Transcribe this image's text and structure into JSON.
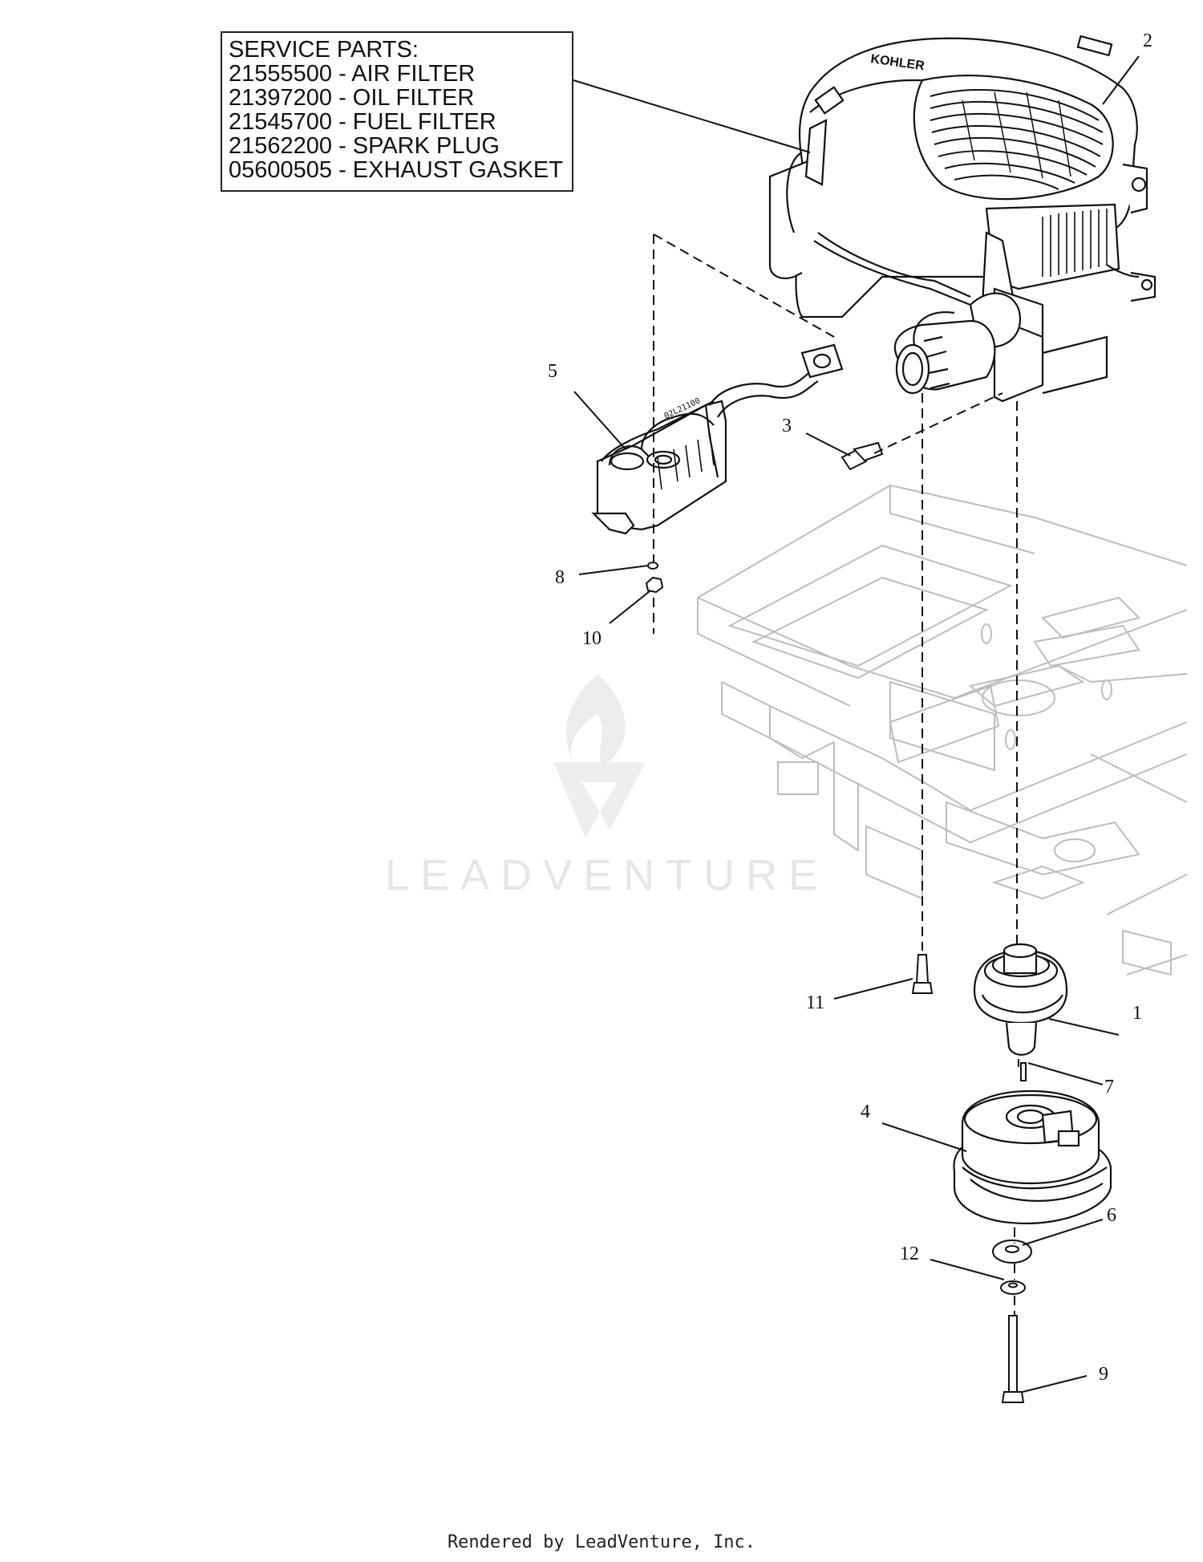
{
  "service_parts": {
    "heading": "SERVICE PARTS:",
    "lines": [
      "21555500 - AIR FILTER",
      "21397200 - OIL FILTER",
      "21545700 - FUEL FILTER",
      "21562200 - SPARK PLUG",
      "05600505 - EXHAUST GASKET"
    ]
  },
  "callouts": [
    "1",
    "2",
    "3",
    "4",
    "5",
    "6",
    "7",
    "8",
    "9",
    "10",
    "11",
    "12"
  ],
  "engine_brand": "KOHLER",
  "watermark": "LEADVENTURE",
  "footer": "Rendered by LeadVenture, Inc.",
  "colors": {
    "ink": "#111111",
    "frame": "#bdbdbd",
    "watermark": "#e6e6e6"
  }
}
